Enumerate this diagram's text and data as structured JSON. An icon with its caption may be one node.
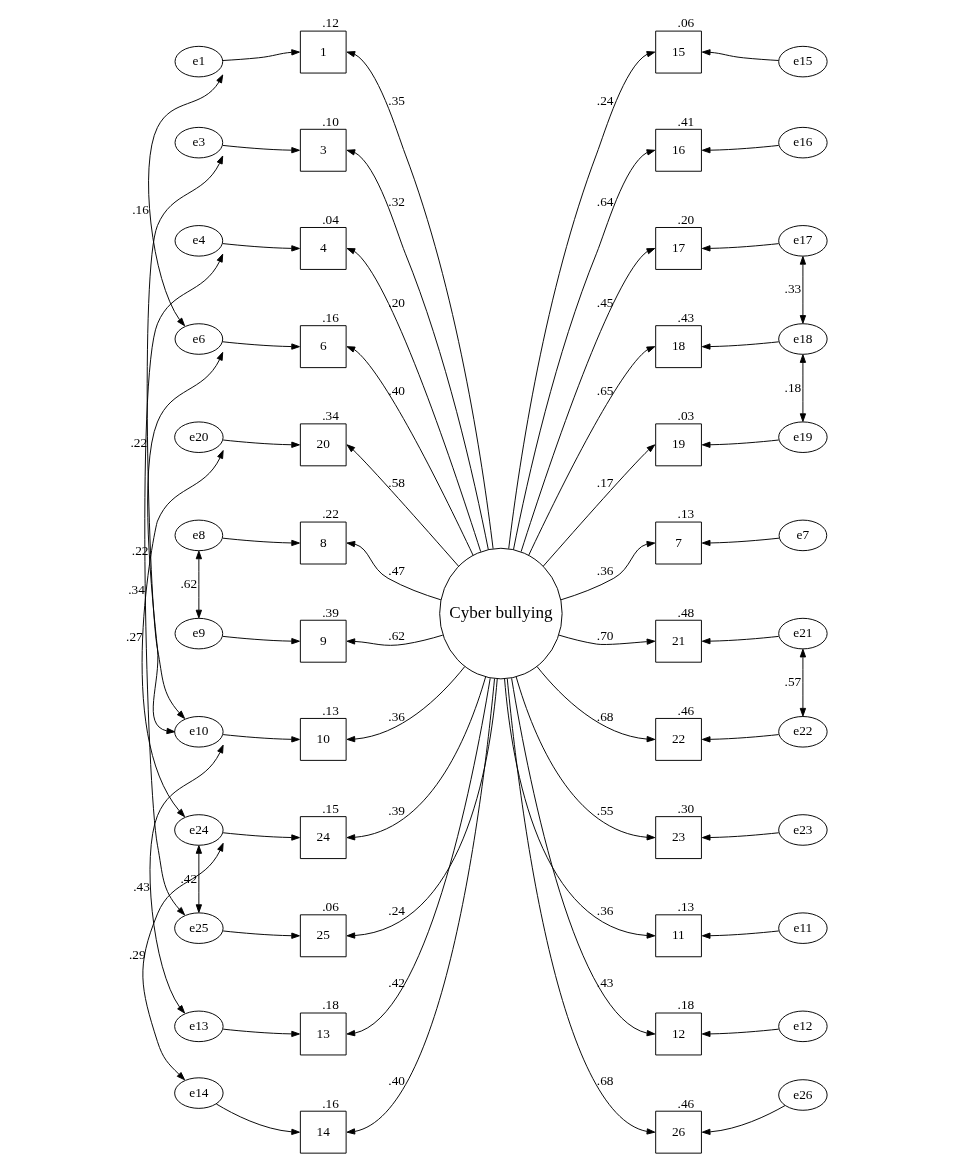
{
  "diagram": {
    "nodes": [
      {
        "text": [
          "Cyber bullying"
        ]
      },
      {
        "text": [
          "e1"
        ]
      },
      {
        "text": [
          "1"
        ],
        "beside": [
          ".12"
        ]
      },
      {
        "text": [
          "e3"
        ]
      },
      {
        "text": [
          "3"
        ],
        "beside": [
          ".10"
        ]
      },
      {
        "text": [
          "e4"
        ]
      },
      {
        "text": [
          "4"
        ],
        "beside": [
          ".04"
        ]
      },
      {
        "text": [
          "e6"
        ]
      },
      {
        "text": [
          "6"
        ],
        "beside": [
          ".16"
        ]
      },
      {
        "text": [
          "e20"
        ]
      },
      {
        "text": [
          "20"
        ],
        "beside": [
          ".34"
        ]
      },
      {
        "text": [
          "e8"
        ]
      },
      {
        "text": [
          "8"
        ],
        "beside": [
          ".22"
        ]
      },
      {
        "text": [
          "e9"
        ]
      },
      {
        "text": [
          "9"
        ],
        "beside": [
          ".39"
        ]
      },
      {
        "text": [
          "e10"
        ]
      },
      {
        "text": [
          "10"
        ],
        "beside": [
          ".13"
        ]
      },
      {
        "text": [
          "e24"
        ]
      },
      {
        "text": [
          "24"
        ],
        "beside": [
          ".15"
        ]
      },
      {
        "text": [
          "e25"
        ]
      },
      {
        "text": [
          "25"
        ],
        "beside": [
          ".06"
        ]
      },
      {
        "text": [
          "e13"
        ]
      },
      {
        "text": [
          "13"
        ],
        "beside": [
          ".18"
        ]
      },
      {
        "text": [
          "e14"
        ]
      },
      {
        "text": [
          "14"
        ],
        "beside": [
          ".16"
        ]
      },
      {
        "text": [
          "15"
        ],
        "beside": [
          ".06"
        ]
      },
      {
        "text": [
          "e15"
        ]
      },
      {
        "text": [
          "16"
        ],
        "beside": [
          ".41"
        ]
      },
      {
        "text": [
          "e16"
        ]
      },
      {
        "text": [
          "17"
        ],
        "beside": [
          ".20"
        ]
      },
      {
        "text": [
          "e17"
        ]
      },
      {
        "text": [
          "18"
        ],
        "beside": [
          ".43"
        ]
      },
      {
        "text": [
          "e18"
        ]
      },
      {
        "text": [
          "19"
        ],
        "beside": [
          ".03"
        ]
      },
      {
        "text": [
          "e19"
        ]
      },
      {
        "text": [
          "7"
        ],
        "beside": [
          ".13"
        ]
      },
      {
        "text": [
          "e7"
        ]
      },
      {
        "text": [
          "21"
        ],
        "beside": [
          ".48"
        ]
      },
      {
        "text": [
          "e21"
        ]
      },
      {
        "text": [
          "22"
        ],
        "beside": [
          ".46"
        ]
      },
      {
        "text": [
          "e22"
        ]
      },
      {
        "text": [
          "23"
        ],
        "beside": [
          ".30"
        ]
      },
      {
        "text": [
          "e23"
        ]
      },
      {
        "text": [
          "11"
        ],
        "beside": [
          ".13"
        ]
      },
      {
        "text": [
          "e11"
        ]
      },
      {
        "text": [
          "12"
        ],
        "beside": [
          ".18"
        ]
      },
      {
        "text": [
          "e12"
        ]
      },
      {
        "text": [
          "26"
        ],
        "beside": [
          ".46"
        ]
      },
      {
        "text": [
          "e26"
        ]
      }
    ],
    "edges": [
      {
        "from": 0,
        "to": 2,
        "arrow": "to",
        "label": ".35"
      },
      {
        "from": 0,
        "to": 4,
        "arrow": "to",
        "label": ".32"
      },
      {
        "from": 0,
        "to": 6,
        "arrow": "to",
        "label": ".20"
      },
      {
        "from": 0,
        "to": 8,
        "arrow": "to",
        "label": ".40"
      },
      {
        "from": 0,
        "to": 10,
        "arrow": "to",
        "label": ".58"
      },
      {
        "from": 0,
        "to": 12,
        "arrow": "to",
        "label": ".47"
      },
      {
        "from": 0,
        "to": 14,
        "arrow": "to",
        "label": ".62"
      },
      {
        "from": 0,
        "to": 16,
        "arrow": "to",
        "label": ".36"
      },
      {
        "from": 0,
        "to": 18,
        "arrow": "to",
        "label": ".39"
      },
      {
        "from": 0,
        "to": 20,
        "arrow": "to",
        "label": ".24"
      },
      {
        "from": 0,
        "to": 22,
        "arrow": "to",
        "label": ".42"
      },
      {
        "from": 0,
        "to": 24,
        "arrow": "to",
        "label": ".40"
      },
      {
        "from": 0,
        "to": 25,
        "arrow": "to",
        "label": ".24"
      },
      {
        "from": 0,
        "to": 27,
        "arrow": "to",
        "label": ".64"
      },
      {
        "from": 0,
        "to": 29,
        "arrow": "to",
        "label": ".45"
      },
      {
        "from": 0,
        "to": 31,
        "arrow": "to",
        "label": ".65"
      },
      {
        "from": 0,
        "to": 33,
        "arrow": "to",
        "label": ".17"
      },
      {
        "from": 0,
        "to": 35,
        "arrow": "to",
        "label": ".36"
      },
      {
        "from": 0,
        "to": 37,
        "arrow": "to",
        "label": ".70"
      },
      {
        "from": 0,
        "to": 39,
        "arrow": "to",
        "label": ".68"
      },
      {
        "from": 0,
        "to": 41,
        "arrow": "to",
        "label": ".55"
      },
      {
        "from": 0,
        "to": 43,
        "arrow": "to",
        "label": ".36"
      },
      {
        "from": 0,
        "to": 45,
        "arrow": "to",
        "label": ".43"
      },
      {
        "from": 0,
        "to": 47,
        "arrow": "to",
        "label": ".68"
      },
      {
        "from": 1,
        "to": 2,
        "arrow": "to"
      },
      {
        "from": 3,
        "to": 4,
        "arrow": "to"
      },
      {
        "from": 5,
        "to": 6,
        "arrow": "to"
      },
      {
        "from": 7,
        "to": 8,
        "arrow": "to"
      },
      {
        "from": 9,
        "to": 10,
        "arrow": "to"
      },
      {
        "from": 11,
        "to": 12,
        "arrow": "to"
      },
      {
        "from": 13,
        "to": 14,
        "arrow": "to"
      },
      {
        "from": 15,
        "to": 16,
        "arrow": "to"
      },
      {
        "from": 17,
        "to": 18,
        "arrow": "to"
      },
      {
        "from": 19,
        "to": 20,
        "arrow": "to"
      },
      {
        "from": 21,
        "to": 22,
        "arrow": "to"
      },
      {
        "from": 23,
        "to": 24,
        "arrow": "to"
      },
      {
        "from": 26,
        "to": 25,
        "arrow": "to"
      },
      {
        "from": 28,
        "to": 27,
        "arrow": "to"
      },
      {
        "from": 30,
        "to": 29,
        "arrow": "to"
      },
      {
        "from": 32,
        "to": 31,
        "arrow": "to"
      },
      {
        "from": 34,
        "to": 33,
        "arrow": "to"
      },
      {
        "from": 36,
        "to": 35,
        "arrow": "to"
      },
      {
        "from": 38,
        "to": 37,
        "arrow": "to"
      },
      {
        "from": 40,
        "to": 39,
        "arrow": "to"
      },
      {
        "from": 42,
        "to": 41,
        "arrow": "to"
      },
      {
        "from": 44,
        "to": 43,
        "arrow": "to"
      },
      {
        "from": 46,
        "to": 45,
        "arrow": "to"
      },
      {
        "from": 48,
        "to": 47,
        "arrow": "to"
      },
      {
        "from": 1,
        "to": 7,
        "arrow": "both",
        "label": ".16"
      },
      {
        "from": 3,
        "to": 15,
        "arrow": "both",
        "label": ".22"
      },
      {
        "from": 5,
        "to": 19,
        "arrow": "both",
        "label": ".34"
      },
      {
        "from": 7,
        "to": 15,
        "arrow": "both",
        "label": ".22"
      },
      {
        "from": 9,
        "to": 17,
        "arrow": "both",
        "label": ".27"
      },
      {
        "from": 11,
        "to": 13,
        "arrow": "both",
        "label": ".62"
      },
      {
        "from": 15,
        "to": 21,
        "arrow": "both",
        "label": ".43"
      },
      {
        "from": 17,
        "to": 19,
        "arrow": "both",
        "label": ".42"
      },
      {
        "from": 17,
        "to": 23,
        "arrow": "both",
        "label": ".29"
      },
      {
        "from": 30,
        "to": 32,
        "arrow": "both",
        "label": ".33"
      },
      {
        "from": 32,
        "to": 34,
        "arrow": "both",
        "label": ".18"
      },
      {
        "from": 38,
        "to": 40,
        "arrow": "both",
        "label": ".57"
      }
    ]
  }
}
